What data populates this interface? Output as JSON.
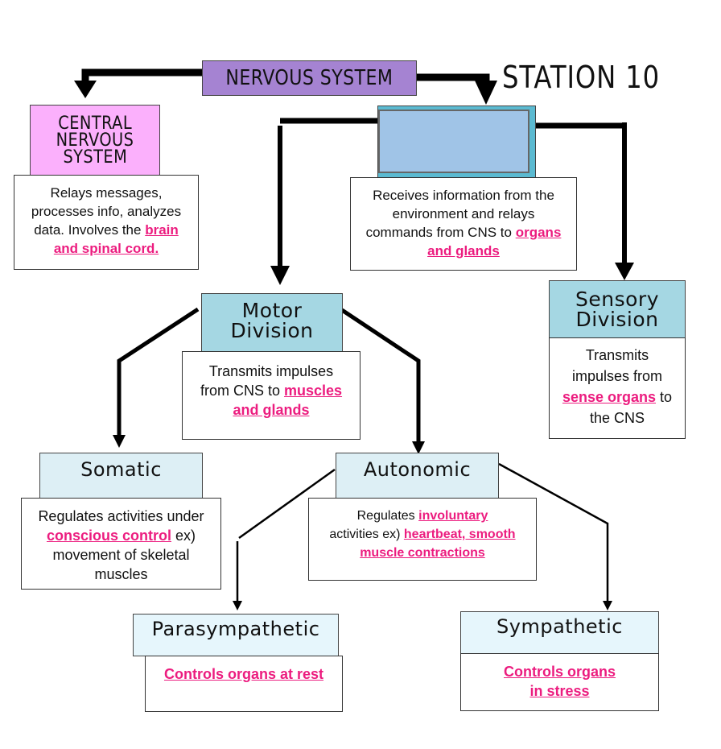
{
  "station_label": "STATION 10",
  "colors": {
    "nervous_system": "#a583d2",
    "cns": "#fbb0fc",
    "pns_outer": "#5bbad1",
    "pns_inner": "#a0c4e7",
    "division": "#a5d7e3",
    "subdivision": "#ddeff5",
    "branch": "#e6f6fc",
    "highlight": "#ec1c7f"
  },
  "nodes": {
    "nervous_system": {
      "title": "NERVOUS SYSTEM"
    },
    "cns": {
      "title_lines": [
        "CENTRAL",
        "NERVOUS",
        "SYSTEM"
      ],
      "desc": {
        "pre": "Relays messages, processes info, analyzes data. Involves the",
        "hl": "brain and  spinal cord.",
        "post": ""
      }
    },
    "pns": {
      "title": "",
      "desc": {
        "pre": "Receives information from the environment and relays commands from CNS to",
        "hl": "organs and glands",
        "post": ""
      }
    },
    "motor": {
      "title_lines": [
        "Motor",
        "Division"
      ],
      "desc": {
        "pre": "Transmits impulses from CNS to",
        "hl": "muscles and  glands",
        "post": ""
      }
    },
    "sensory": {
      "title_lines": [
        "Sensory",
        "Division"
      ],
      "desc": {
        "pre": "Transmits impulses from",
        "hl": "sense organs",
        "post": "to the CNS"
      }
    },
    "somatic": {
      "title": "Somatic",
      "desc": {
        "pre": "Regulates activities under",
        "hl": "conscious control",
        "post": "ex) movement of skeletal muscles"
      }
    },
    "autonomic": {
      "title": "Autonomic",
      "desc": {
        "pre": "Regulates",
        "hl": "involuntary",
        "mid": "activities ex)",
        "hl2": "heartbeat, smooth muscle contractions"
      }
    },
    "parasympathetic": {
      "title": "Parasympathetic",
      "desc": {
        "hl": "Controls organs at rest"
      }
    },
    "sympathetic": {
      "title": "Sympathetic",
      "desc": {
        "hl": "Controls organs in stress"
      }
    }
  }
}
